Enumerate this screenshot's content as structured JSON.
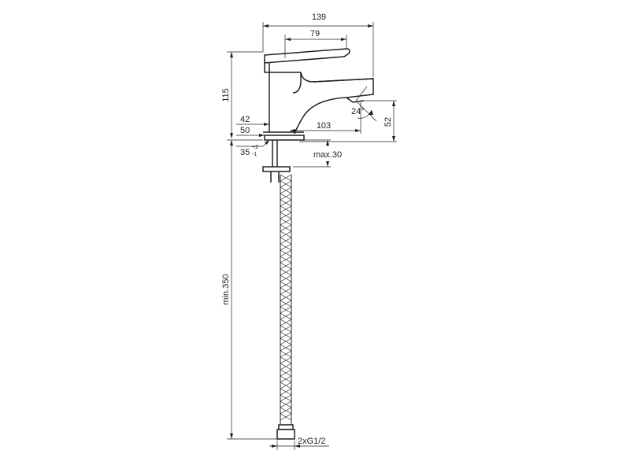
{
  "dimensions": {
    "total_width": "139",
    "lever_width": "79",
    "height": "115",
    "base_offset_top": "42",
    "base_offset_bottom": "50",
    "spout_reach": "103",
    "spout_height": "52",
    "spout_angle": "24°",
    "hole_diameter": "35",
    "hole_tol_plus": "+2",
    "hole_tol_minus": "-1",
    "max_thickness": "max.30",
    "hose_length": "min.350",
    "connection": "2xG1/2"
  }
}
